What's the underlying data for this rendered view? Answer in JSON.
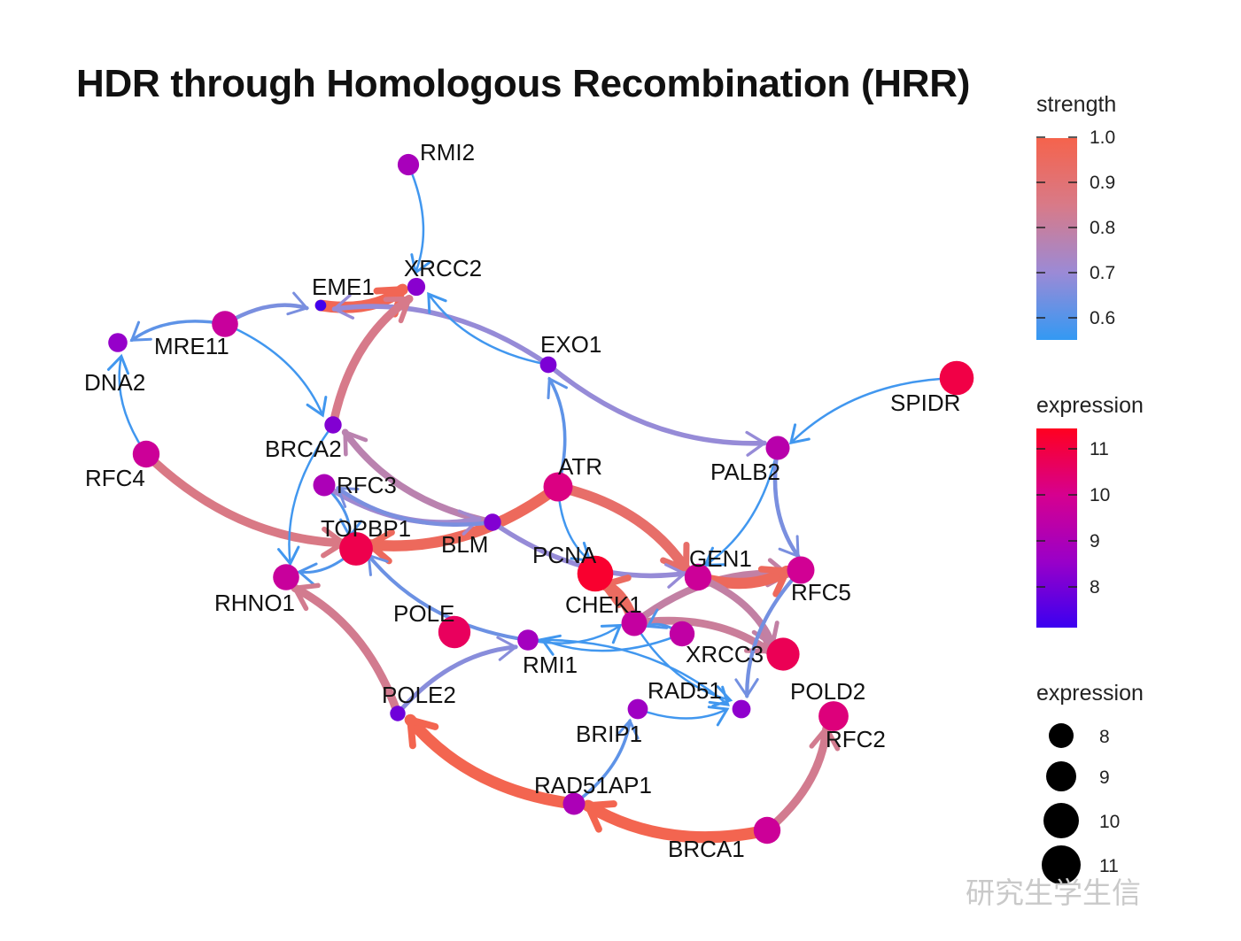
{
  "title": "HDR through Homologous Recombination (HRR)",
  "watermark": "研究生学生信",
  "legend": {
    "strength": {
      "title": "strength",
      "ticks": [
        "1.0",
        "0.9",
        "0.8",
        "0.7",
        "0.6"
      ],
      "range": [
        0.56,
        1.0
      ],
      "colors": [
        "#3399f3",
        "#9b8ad6",
        "#d87a88",
        "#f5634c"
      ]
    },
    "expression_color": {
      "title": "expression",
      "ticks": [
        "11",
        "10",
        "9",
        "8"
      ],
      "range": [
        7.1,
        11.5
      ],
      "colors": [
        "#3b00f0",
        "#9a00c8",
        "#d6008f",
        "#ff0020"
      ]
    },
    "expression_size": {
      "title": "expression",
      "ticks": [
        "8",
        "9",
        "10",
        "11"
      ],
      "color": "#000000"
    }
  },
  "nodes": [
    {
      "id": "RMI2",
      "label": "RMI2",
      "expression": 8.9
    },
    {
      "id": "XRCC2",
      "label": "XRCC2",
      "expression": 8.3
    },
    {
      "id": "EME1",
      "label": "EME1",
      "expression": 7.2
    },
    {
      "id": "MRE11",
      "label": "MRE11",
      "expression": 9.7
    },
    {
      "id": "DNA2",
      "label": "DNA2",
      "expression": 8.5
    },
    {
      "id": "EXO1",
      "label": "EXO1",
      "expression": 8.1
    },
    {
      "id": "SPIDR",
      "label": "SPIDR",
      "expression": 11.0
    },
    {
      "id": "BRCA2",
      "label": "BRCA2",
      "expression": 8.2
    },
    {
      "id": "RFC4",
      "label": "RFC4",
      "expression": 9.8
    },
    {
      "id": "RFC3",
      "label": "RFC3",
      "expression": 9.0
    },
    {
      "id": "ATR",
      "label": "ATR",
      "expression": 10.2
    },
    {
      "id": "PALB2",
      "label": "PALB2",
      "expression": 9.3
    },
    {
      "id": "TOPBP1",
      "label": "TOPBP1",
      "expression": 10.9
    },
    {
      "id": "BLM",
      "label": "BLM",
      "expression": 8.2
    },
    {
      "id": "PCNA",
      "label": "PCNA",
      "expression": 11.3
    },
    {
      "id": "GEN1",
      "label": "GEN1",
      "expression": 9.8
    },
    {
      "id": "RFC5",
      "label": "RFC5",
      "expression": 9.9
    },
    {
      "id": "RHNO1",
      "label": "RHNO1",
      "expression": 9.7
    },
    {
      "id": "CHEK1",
      "label": "CHEK1",
      "expression": 9.6
    },
    {
      "id": "POLE",
      "label": "POLE",
      "expression": 10.7
    },
    {
      "id": "RMI1",
      "label": "RMI1",
      "expression": 8.8
    },
    {
      "id": "XRCC3",
      "label": "XRCC3",
      "expression": 9.5
    },
    {
      "id": "POLD2",
      "label": "POLD2",
      "expression": 10.8
    },
    {
      "id": "RAD51",
      "label": "RAD51",
      "expression": 8.4
    },
    {
      "id": "POLE2",
      "label": "POLE2",
      "expression": 7.9
    },
    {
      "id": "BRIP1",
      "label": "BRIP1",
      "expression": 8.7
    },
    {
      "id": "RFC2",
      "label": "RFC2",
      "expression": 10.3
    },
    {
      "id": "RAD51AP1",
      "label": "RAD51AP1",
      "expression": 9.0
    },
    {
      "id": "BRCA1",
      "label": "BRCA1",
      "expression": 9.8
    }
  ],
  "edges": [
    {
      "from": "RMI2",
      "to": "XRCC2",
      "strength": 0.58
    },
    {
      "from": "EME1",
      "to": "XRCC2",
      "strength": 0.98
    },
    {
      "from": "MRE11",
      "to": "EME1",
      "strength": 0.66
    },
    {
      "from": "MRE11",
      "to": "DNA2",
      "strength": 0.62
    },
    {
      "from": "MRE11",
      "to": "BRCA2",
      "strength": 0.58
    },
    {
      "from": "EXO1",
      "to": "EME1",
      "strength": 0.7
    },
    {
      "from": "EXO1",
      "to": "XRCC2",
      "strength": 0.58
    },
    {
      "from": "EXO1",
      "to": "PALB2",
      "strength": 0.7
    },
    {
      "from": "RFC4",
      "to": "DNA2",
      "strength": 0.58
    },
    {
      "from": "RFC4",
      "to": "TOPBP1",
      "strength": 0.86
    },
    {
      "from": "BRCA2",
      "to": "XRCC2",
      "strength": 0.85
    },
    {
      "from": "BRCA2",
      "to": "RHNO1",
      "strength": 0.58
    },
    {
      "from": "BLM",
      "to": "BRCA2",
      "strength": 0.78
    },
    {
      "from": "ATR",
      "to": "EXO1",
      "strength": 0.62
    },
    {
      "from": "ATR",
      "to": "TOPBP1",
      "strength": 0.96
    },
    {
      "from": "ATR",
      "to": "PCNA",
      "strength": 0.58
    },
    {
      "from": "ATR",
      "to": "GEN1",
      "strength": 0.93
    },
    {
      "from": "SPIDR",
      "to": "PALB2",
      "strength": 0.58
    },
    {
      "from": "PALB2",
      "to": "GEN1",
      "strength": 0.58
    },
    {
      "from": "PALB2",
      "to": "RFC5",
      "strength": 0.66
    },
    {
      "from": "RFC3",
      "to": "TOPBP1",
      "strength": 0.6
    },
    {
      "from": "RFC3",
      "to": "BLM",
      "strength": 0.72
    },
    {
      "from": "TOPBP1",
      "to": "RHNO1",
      "strength": 0.6
    },
    {
      "from": "BLM",
      "to": "GEN1",
      "strength": 0.7
    },
    {
      "from": "BLM",
      "to": "RFC3",
      "strength": 0.66
    },
    {
      "from": "CHEK1",
      "to": "PCNA",
      "strength": 0.95
    },
    {
      "from": "CHEK1",
      "to": "RFC5",
      "strength": 0.8
    },
    {
      "from": "CHEK1",
      "to": "RAD51",
      "strength": 0.58
    },
    {
      "from": "CHEK1",
      "to": "POLD2",
      "strength": 0.82
    },
    {
      "from": "GEN1",
      "to": "RFC5",
      "strength": 0.96
    },
    {
      "from": "GEN1",
      "to": "POLD2",
      "strength": 0.8
    },
    {
      "from": "RFC5",
      "to": "RAD51",
      "strength": 0.65
    },
    {
      "from": "XRCC3",
      "to": "RMI1",
      "strength": 0.58
    },
    {
      "from": "XRCC3",
      "to": "CHEK1",
      "strength": 0.6
    },
    {
      "from": "RMI1",
      "to": "TOPBP1",
      "strength": 0.64
    },
    {
      "from": "RMI1",
      "to": "CHEK1",
      "strength": 0.58
    },
    {
      "from": "RMI1",
      "to": "RAD51",
      "strength": 0.58
    },
    {
      "from": "POLE2",
      "to": "RHNO1",
      "strength": 0.84
    },
    {
      "from": "POLE2",
      "to": "RMI1",
      "strength": 0.68
    },
    {
      "from": "BRIP1",
      "to": "RAD51",
      "strength": 0.58
    },
    {
      "from": "RAD51AP1",
      "to": "POLE2",
      "strength": 0.99
    },
    {
      "from": "RAD51AP1",
      "to": "BRIP1",
      "strength": 0.62
    },
    {
      "from": "BRCA1",
      "to": "RAD51AP1",
      "strength": 0.99
    },
    {
      "from": "BRCA1",
      "to": "RFC2",
      "strength": 0.84
    }
  ]
}
